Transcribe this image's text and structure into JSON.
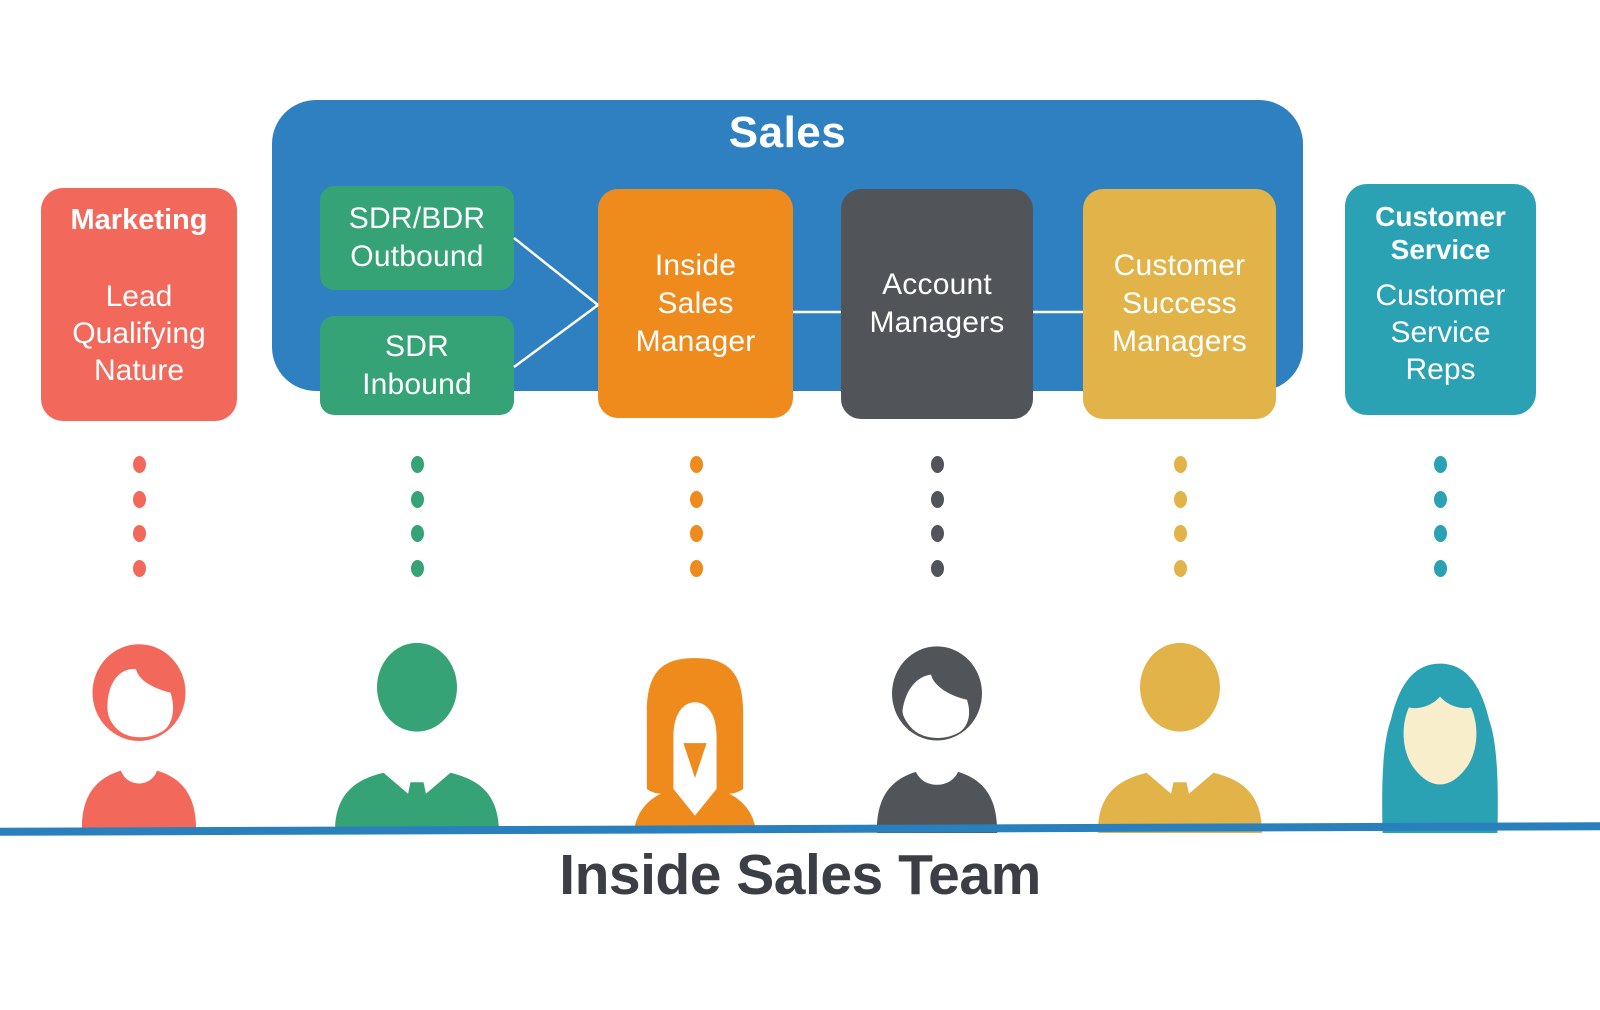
{
  "colors": {
    "blue": "#2E80C0",
    "salmon": "#F2695C",
    "green": "#35A376",
    "orange": "#EF8A1D",
    "dark": "#51555A",
    "gold": "#E2B349",
    "teal": "#2BA1B4",
    "cream": "#F9EECB",
    "line-blue": "#2980BC",
    "title-dark": "#3B3E44"
  },
  "sales_group": {
    "label": "Sales"
  },
  "boxes": {
    "marketing": {
      "title": "Marketing",
      "body": "Lead\nQualifying\nNature"
    },
    "sdr_outbound": {
      "label": "SDR/BDR\nOutbound"
    },
    "sdr_inbound": {
      "label": "SDR\nInbound"
    },
    "inside_sales_manager": {
      "label": "Inside\nSales\nManager"
    },
    "account_managers": {
      "label": "Account\nManagers"
    },
    "customer_success_managers": {
      "label": "Customer\nSuccess\nManagers"
    },
    "customer_service": {
      "title": "Customer\nService",
      "body": "Customer\nService\nReps"
    }
  },
  "footer": {
    "title": "Inside Sales Team"
  },
  "avatars": [
    {
      "icon": "marketing-person-icon",
      "color": "#F2695C"
    },
    {
      "icon": "sdr-person-icon",
      "color": "#35A376"
    },
    {
      "icon": "inside-sales-manager-person-icon",
      "color": "#EF8A1D"
    },
    {
      "icon": "account-manager-person-icon",
      "color": "#51555A"
    },
    {
      "icon": "customer-success-person-icon",
      "color": "#E2B349"
    },
    {
      "icon": "customer-service-person-icon",
      "color": "#2BA1B4"
    }
  ]
}
